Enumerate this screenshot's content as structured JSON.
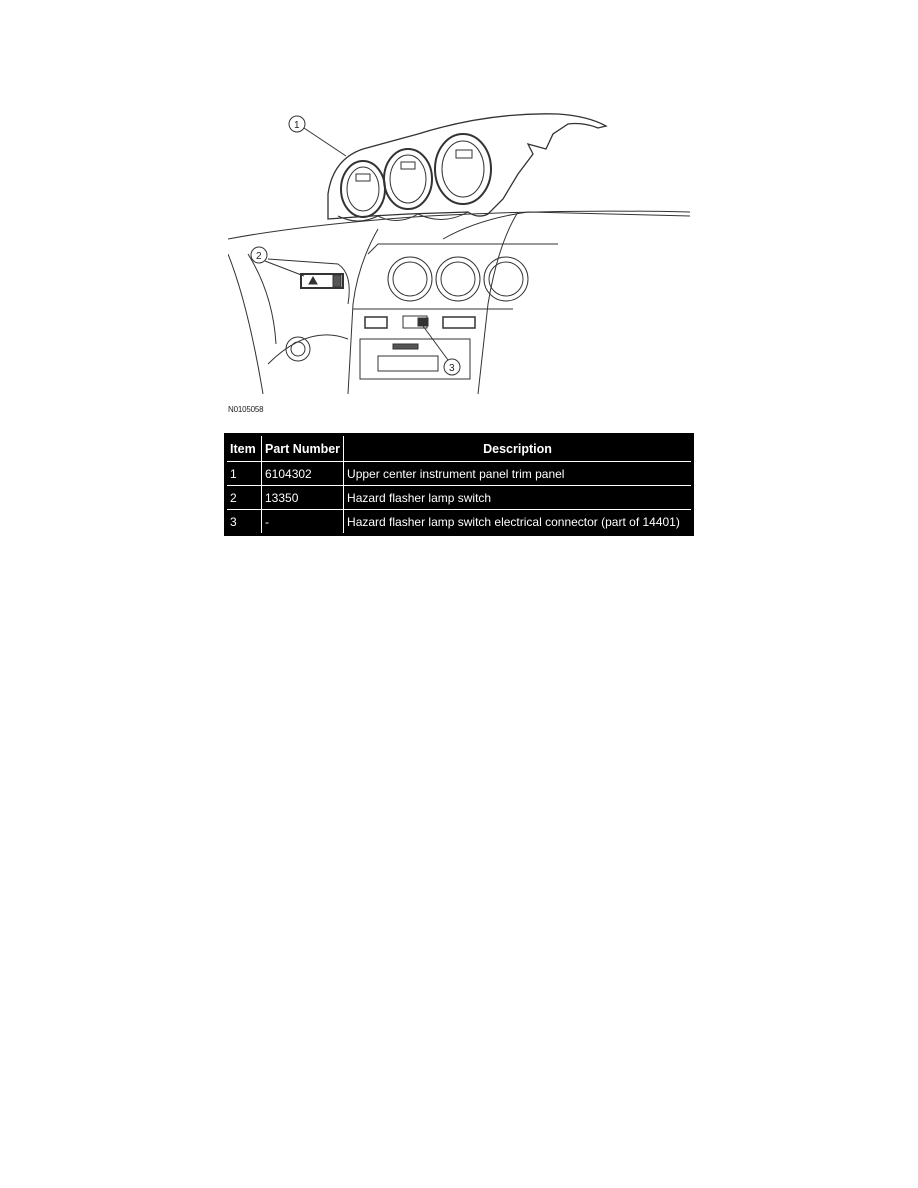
{
  "figure": {
    "caption": "N0105058",
    "callouts": [
      "1",
      "2",
      "3"
    ]
  },
  "table": {
    "headers": [
      "Item",
      "Part Number",
      "Description"
    ],
    "rows": [
      {
        "item": "1",
        "part_number": "6104302",
        "description": "Upper center instrument panel trim panel"
      },
      {
        "item": "2",
        "part_number": "13350",
        "description": "Hazard flasher lamp switch"
      },
      {
        "item": "3",
        "part_number": "-",
        "description": "Hazard flasher lamp switch electrical connector (part of 14401)"
      }
    ]
  },
  "colors": {
    "table_background": "#000000",
    "table_text": "#ffffff",
    "page_background": "#ffffff"
  }
}
